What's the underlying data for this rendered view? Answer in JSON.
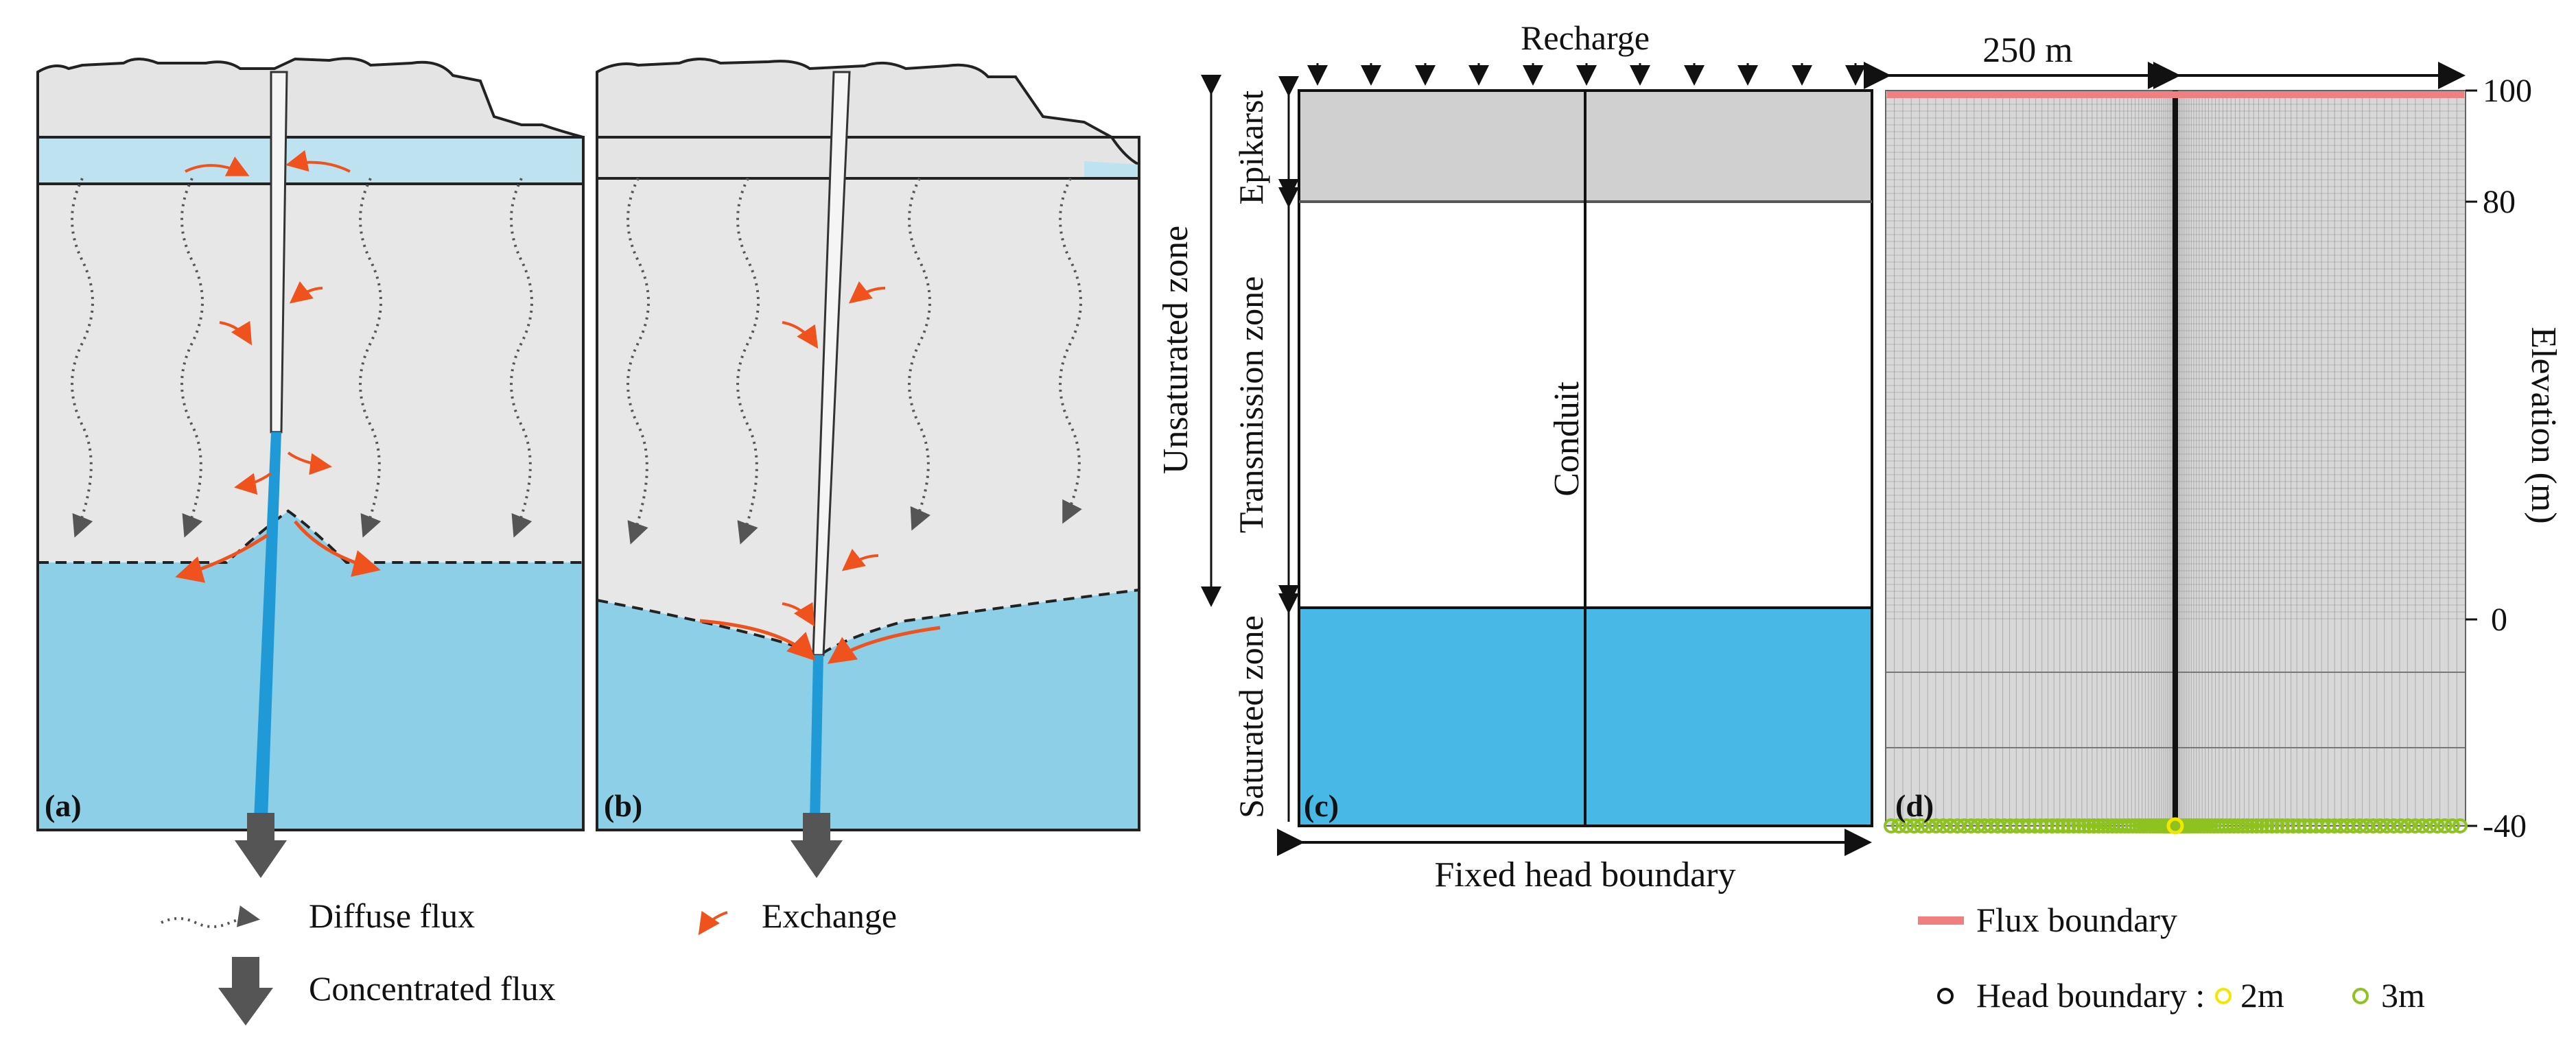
{
  "panels": {
    "a": "(a)",
    "b": "(b)",
    "c": "(c)",
    "d": "(d)"
  },
  "legend_left": {
    "diffuse_flux": "Diffuse flux",
    "exchange": "Exchange",
    "concentrated_flux": "Concentrated flux"
  },
  "panel_c": {
    "recharge": "Recharge",
    "epikarst": "Epikarst",
    "unsaturated_zone": "Unsaturated zone",
    "transmission_zone": "Transmission zone",
    "saturated_zone": "Saturated zone",
    "conduit": "Conduit",
    "fixed_head_boundary": "Fixed head boundary"
  },
  "panel_d": {
    "width_label": "250 m",
    "elevation_label": "Elevation (m)",
    "ticks": [
      "100",
      "80",
      "0",
      "-40"
    ],
    "flux_boundary": "Flux boundary",
    "head_boundary": "Head boundary :",
    "head_2m": "2m",
    "head_3m": "3m"
  },
  "colors": {
    "rock": "#e7e7e7",
    "rock_stroke": "#222222",
    "water": "#8ecfe8",
    "conduit_water": "#1f9ad6",
    "exchange_arrow": "#f0521e",
    "epikarst_gray": "#d0d0d0",
    "saturated_blue": "#48b8e6",
    "flux_boundary": "#f08080",
    "head_2m": "#f2e700",
    "head_3m": "#8ec21e"
  }
}
